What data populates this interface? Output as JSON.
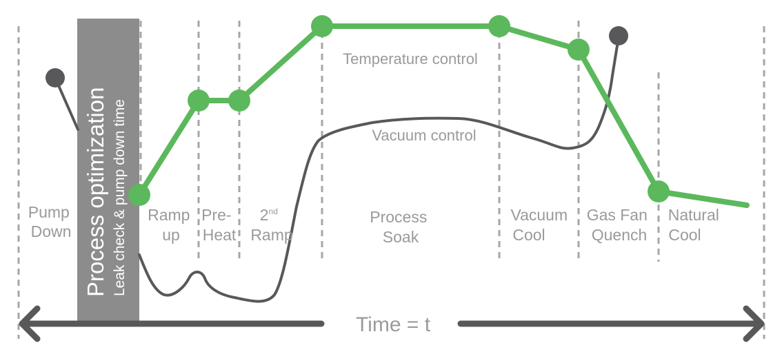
{
  "diagram": {
    "time_axis_label": "Time = t",
    "highlight_bar": {
      "title": "Process optimization",
      "subtitle": "Leak check & pump down time"
    },
    "phases": [
      {
        "id": "pump-down",
        "line1": "Pump",
        "line2": "Down"
      },
      {
        "id": "ramp-up",
        "line1": "Ramp",
        "line2": "up"
      },
      {
        "id": "pre-heat",
        "line1": "Pre-",
        "line2": "Heat"
      },
      {
        "id": "second-ramp",
        "line1_base": "2",
        "line1_sup": "nd",
        "line2": "Ramp"
      },
      {
        "id": "process-soak",
        "line1": "Process",
        "line2": "Soak"
      },
      {
        "id": "vacuum-cool",
        "line1": "Vacuum",
        "line2": "Cool"
      },
      {
        "id": "gas-fan-quench",
        "line1": "Gas Fan",
        "line2": "Quench"
      },
      {
        "id": "natural-cool",
        "line1": "Natural",
        "line2": "Cool"
      }
    ],
    "curves": {
      "temperature": {
        "label": "Temperature control",
        "color": "#5cb85c"
      },
      "vacuum": {
        "label": "Vacuum control",
        "color": "#58585a"
      }
    },
    "colors": {
      "bar": "#8c8c8c",
      "axis": "#58585a",
      "guides": "#a6a6a6",
      "text": "#9a9a9a"
    }
  }
}
